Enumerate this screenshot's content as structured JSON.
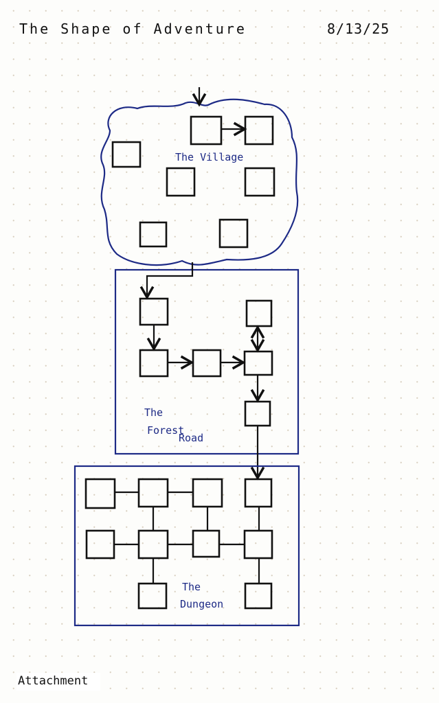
{
  "header": {
    "title": "The Shape of Adventure",
    "date": "8/13/25"
  },
  "zones": [
    {
      "name": "The Village",
      "label_lines": [
        "The Village"
      ],
      "rooms": 7
    },
    {
      "name": "The Forest Road",
      "label_lines": [
        "The",
        "Forest",
        "Road"
      ],
      "rooms": 6
    },
    {
      "name": "The Dungeon",
      "label_lines": [
        "The",
        "Dungeon"
      ],
      "rooms": 10
    }
  ],
  "footer": {
    "attachment_label": "Attachment"
  },
  "colors": {
    "ink": "#111111",
    "zone_outline": "#1d2a86"
  }
}
